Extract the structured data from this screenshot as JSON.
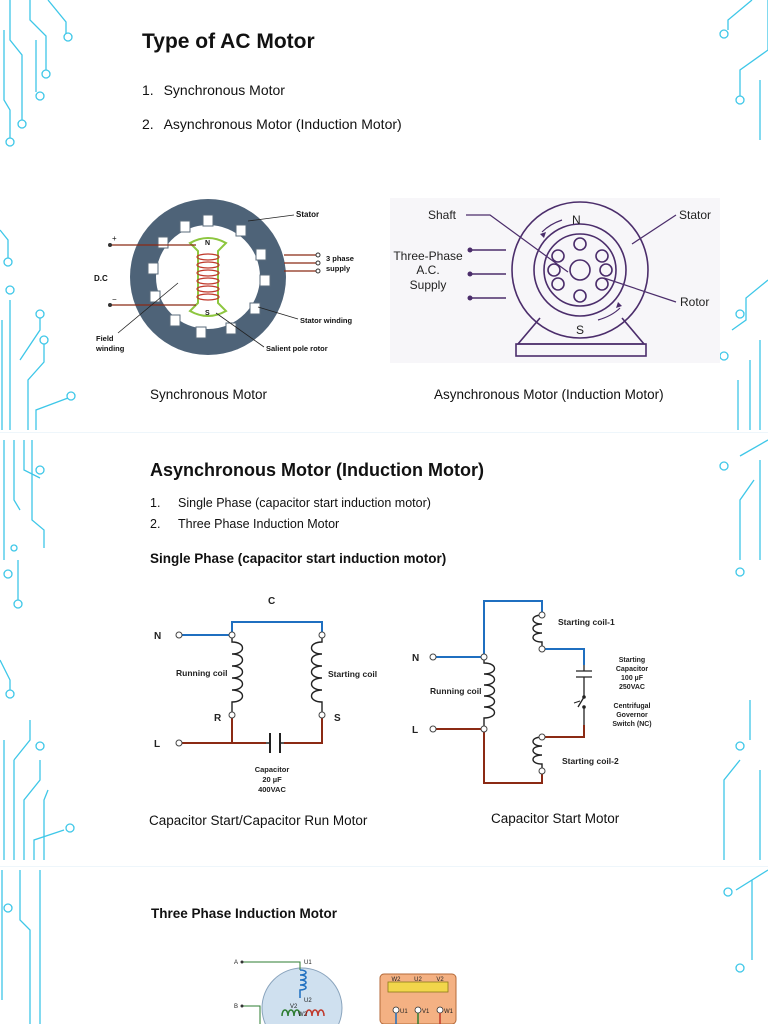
{
  "colors": {
    "circuit_trace": "#3ec7e8",
    "stator_fill": "#4e6378",
    "induction_purple": "#4b2d6b",
    "blue_wire": "#1f6fc0",
    "brown_wire": "#8b2a14",
    "winding_red": "#c0392b",
    "rotor_green": "#8dc63f",
    "terminal_box": "#f4b183"
  },
  "section1": {
    "title": "Type of AC Motor",
    "items": [
      {
        "number": "1.",
        "text": "Synchronous Motor"
      },
      {
        "number": "2.",
        "text": "Asynchronous Motor (Induction Motor)"
      }
    ]
  },
  "figure_sync": {
    "caption": "Synchronous Motor",
    "labels": {
      "stator": "Stator",
      "supply": [
        "3 phase",
        "supply"
      ],
      "dc": "D.C",
      "plus": "+",
      "minus": "−",
      "field_winding": [
        "Field",
        "winding"
      ],
      "stator_winding": "Stator winding",
      "salient_pole_rotor": "Salient pole rotor",
      "n": "N",
      "s": "S"
    }
  },
  "figure_async": {
    "caption": "Asynchronous Motor (Induction Motor)",
    "labels": {
      "shaft": "Shaft",
      "stator": "Stator",
      "supply": [
        "Three-Phase",
        "A.C.",
        "Supply"
      ],
      "rotor": "Rotor",
      "n": "N",
      "s": "S"
    }
  },
  "section2": {
    "title": "Asynchronous Motor (Induction Motor)",
    "items": [
      {
        "number": "1.",
        "text": "Single Phase (capacitor start induction motor)"
      },
      {
        "number": "2.",
        "text": "Three Phase Induction Motor"
      }
    ],
    "subheading": "Single Phase (capacitor start induction motor)"
  },
  "figure_cap_run": {
    "caption": "Capacitor Start/Capacitor Run Motor",
    "labels": {
      "c": "C",
      "n": "N",
      "l": "L",
      "r": "R",
      "s": "S",
      "running_coil": "Running coil",
      "starting_coil": "Starting coil",
      "capacitor": [
        "Capacitor",
        "20 µF",
        "400VAC"
      ]
    }
  },
  "figure_cap_start": {
    "caption": "Capacitor Start Motor",
    "labels": {
      "n": "N",
      "l": "L",
      "running_coil": "Running coil",
      "starting_coil_1": "Starting coil-1",
      "starting_coil_2": "Starting coil-2",
      "capacitor": [
        "Starting",
        "Capacitor",
        "100 µF",
        "250VAC"
      ],
      "switch": [
        "Centrifugal",
        "Governor",
        "Switch (NC)"
      ]
    }
  },
  "section3": {
    "title": "Three Phase Induction Motor"
  },
  "figure_three_phase": {
    "labels": {
      "a": "A",
      "b": "B",
      "u1": "U1",
      "u2": "U2",
      "v2": "V2",
      "w2": "W2",
      "terminal_top": [
        "W2",
        "U2",
        "V2"
      ],
      "terminal_bottom": [
        "U1",
        "V1",
        "W1"
      ]
    }
  }
}
